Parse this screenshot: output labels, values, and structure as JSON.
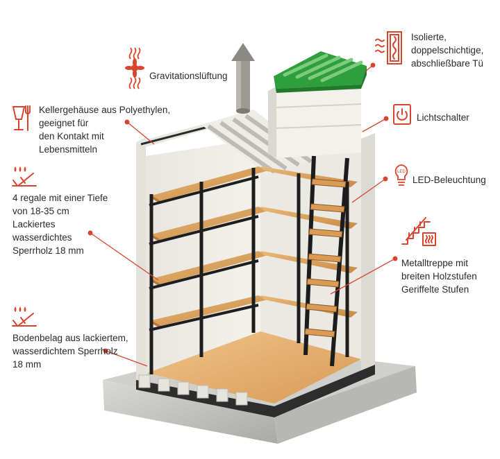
{
  "accent_color": "#d8452e",
  "labels": {
    "ventilation": "Gravitationslüftung",
    "housing": [
      "Kellergehäuse aus Polyethylen,",
      "geeignet für",
      "den Kontakt mit",
      "Lebensmitteln"
    ],
    "shelves": [
      "4 regale mit einer Tiefe",
      "von 18-35 cm",
      "Lackiertes",
      "wasserdichtes",
      "Sperrholz 18 mm"
    ],
    "floor": [
      "Bodenbelag aus lackiertem,",
      "wasserdichtem Sperrholz",
      "18 mm"
    ],
    "door": [
      "Isolierte,",
      "doppelschichtige,",
      "abschließbare Tü"
    ],
    "switch": "Lichtschalter",
    "led": "LED-Beleuchtung",
    "stairs": [
      "Metalltreppe mit",
      "breiten Holzstufen",
      "Geriffelte Stufen"
    ]
  },
  "icons": {
    "ventilation": "fan-heat-icon",
    "housing": "food-safe-icon",
    "shelves": "waterproof-icon",
    "floor": "waterproof-icon",
    "door": "insulated-door-icon",
    "switch": "power-switch-icon",
    "led": "led-bulb-icon",
    "stairs": "stairs-icon"
  }
}
